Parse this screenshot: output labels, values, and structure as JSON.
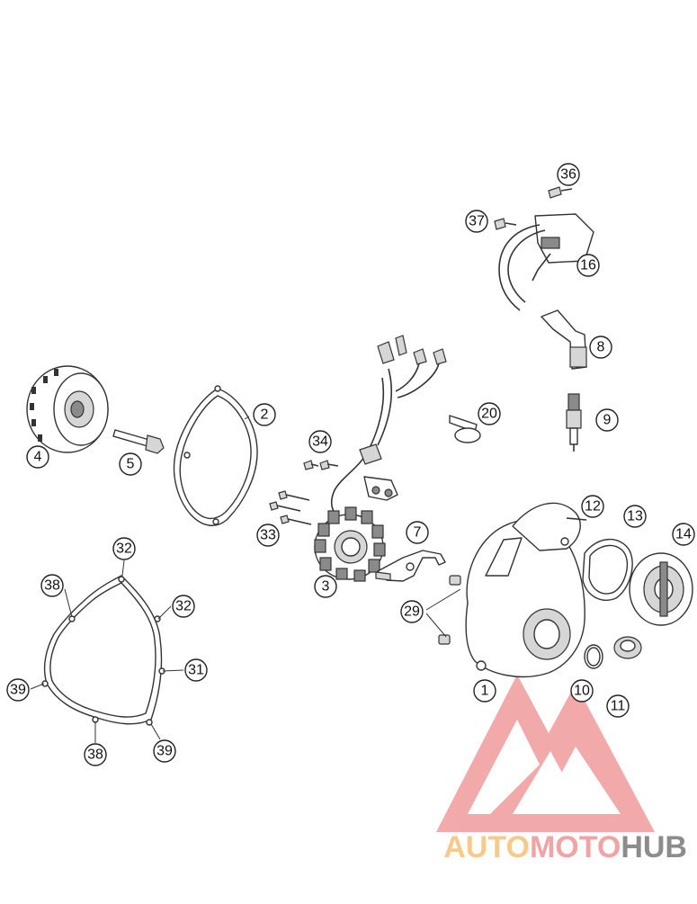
{
  "callouts": [
    "36",
    "37",
    "16",
    "8",
    "9",
    "20",
    "2",
    "4",
    "5",
    "34",
    "33",
    "3",
    "7",
    "12",
    "13",
    "14",
    "29",
    "1",
    "10",
    "11",
    "32",
    "38",
    "32",
    "39",
    "31",
    "38",
    "39"
  ],
  "watermark": {
    "part1": "AUTO",
    "part2": "MOTO",
    "part3": "HUB",
    "color1": "#f7c98a",
    "color2": "#f2a3a3",
    "color3": "#8c8c8c",
    "logo_color": "#f09b9b"
  }
}
